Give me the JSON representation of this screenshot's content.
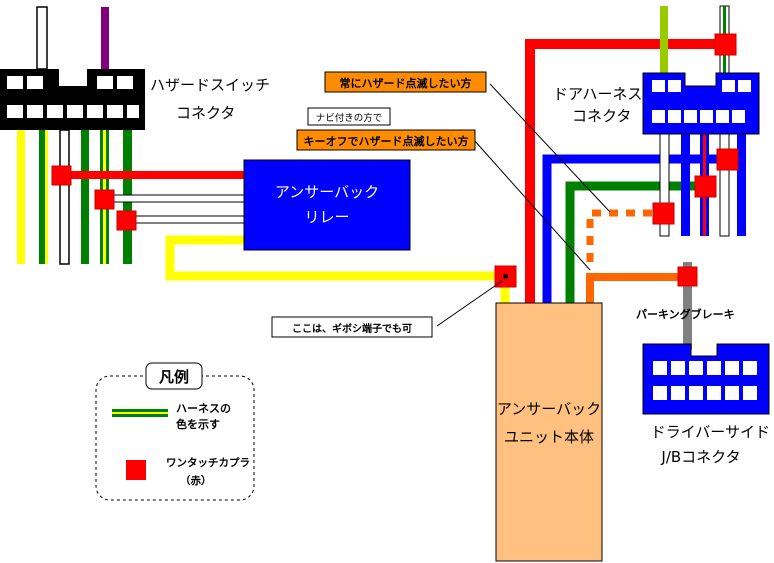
{
  "labels": {
    "hazard_switch_connector": [
      "ハザードスイッチ",
      "コネクタ"
    ],
    "door_harness_connector": [
      "ドアハーネス",
      "コネクタ"
    ],
    "answerback_relay": [
      "アンサーバック",
      "リレー"
    ],
    "answerback_unit": [
      "アンサーバック",
      "ユニット本体"
    ],
    "driver_side_jb_connector": [
      "ドライバーサイド",
      "J/Bコネクタ"
    ],
    "parking_brake": "パーキングブレーキ",
    "note_always_hazard": "常にハザード点滅したい方",
    "note_with_navi": "ナビ付きの方で",
    "note_key_off_hazard": "キーオフでハザード点滅したい方",
    "note_gibosi_ok": "ここは、ギボシ端子でも可"
  },
  "legend": {
    "title": "凡例",
    "harness_color": [
      "ハーネスの",
      "色を示す"
    ],
    "one_touch_coupler": [
      "ワンタッチカプラ",
      "（赤）"
    ]
  },
  "colors": {
    "red": "#ff0000",
    "blue": "#0000ff",
    "green": "#008000",
    "yellow": "#ffff00",
    "orange": "#ff6600",
    "purple": "#800080",
    "lime": "#99cc00",
    "gray": "#808080",
    "unit_fill": "#ffc080",
    "note_orange": "#ff8c00"
  }
}
